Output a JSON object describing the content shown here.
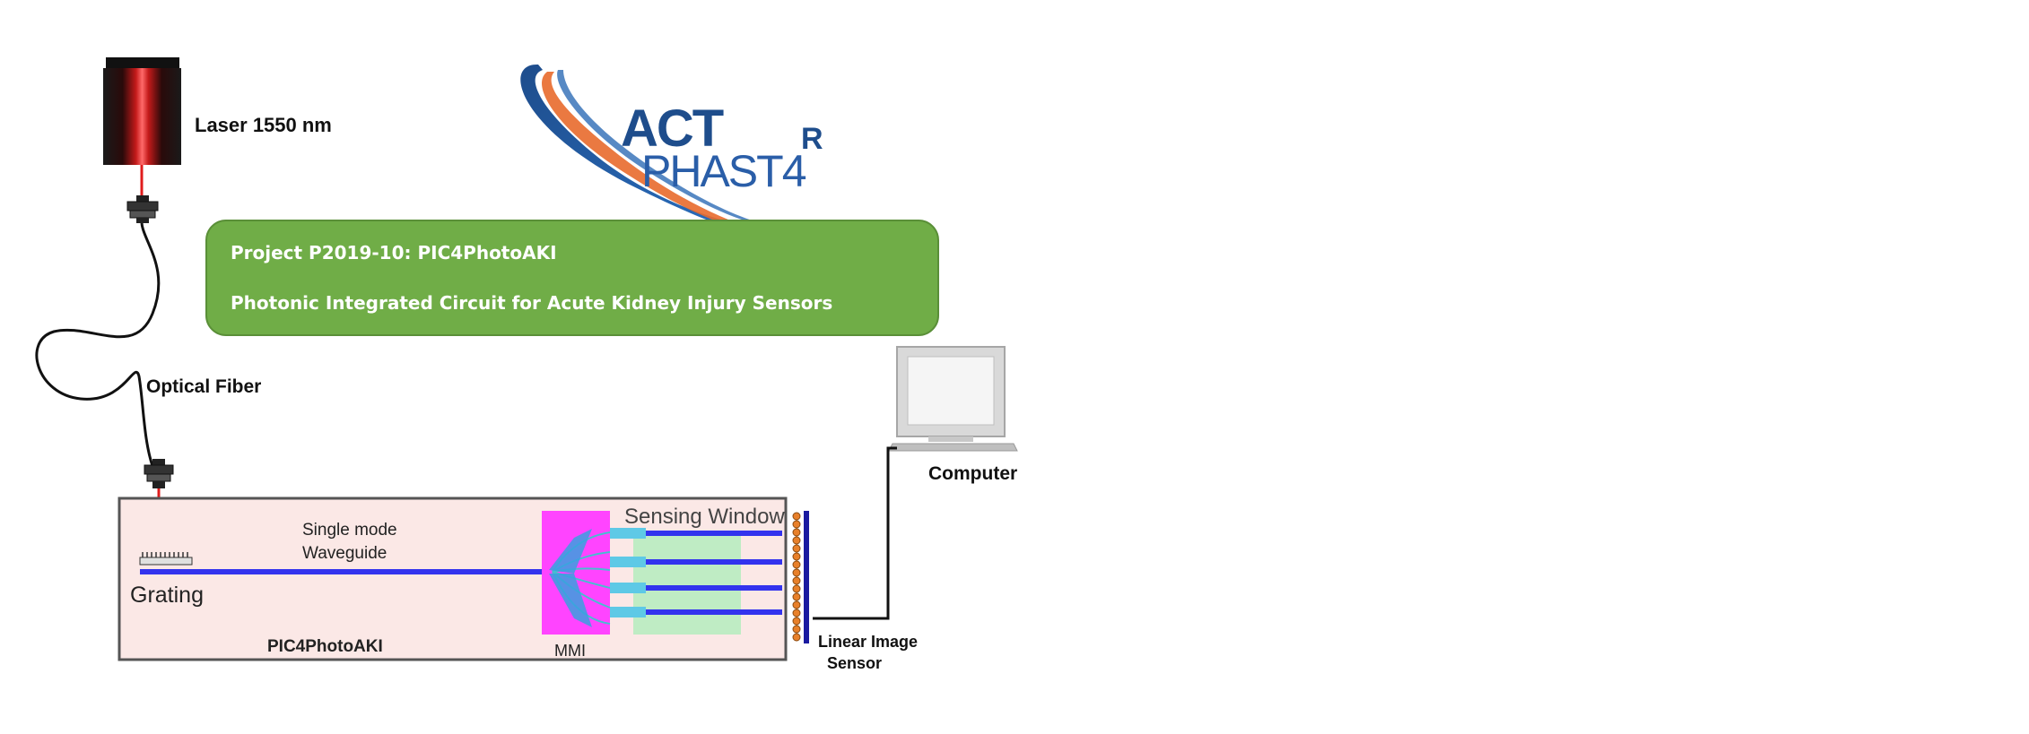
{
  "logo": {
    "line1": "ACT",
    "line2": "PHAST4",
    "superscript": "R"
  },
  "banner": {
    "line1": "Project P2019-10:  PIC4PhotoAKI",
    "line2": "Photonic Integrated Circuit for Acute Kidney Injury Sensors"
  },
  "labels": {
    "laser": "Laser 1550 nm",
    "optical_fiber": "Optical Fiber",
    "computer": "Computer",
    "single_mode_1": "Single mode",
    "single_mode_2": "Waveguide",
    "grating": "Grating",
    "sensing_window": "Sensing Window",
    "chip": "PIC4PhotoAKI",
    "mmi": "MMI",
    "sensor_1": "Linear Image",
    "sensor_2": "Sensor"
  },
  "colors": {
    "banner_fill": "#70ad47",
    "banner_border": "#5a8f38",
    "chip_fill": "#fbe8e6",
    "waveguide": "#3333ee",
    "mmi": "#ff44ff",
    "sensing_window": "#b8ecc0",
    "laser_red": "#e01c1c",
    "logo_blue": "#1e4d8c",
    "logo_orange": "#e86a2c"
  }
}
